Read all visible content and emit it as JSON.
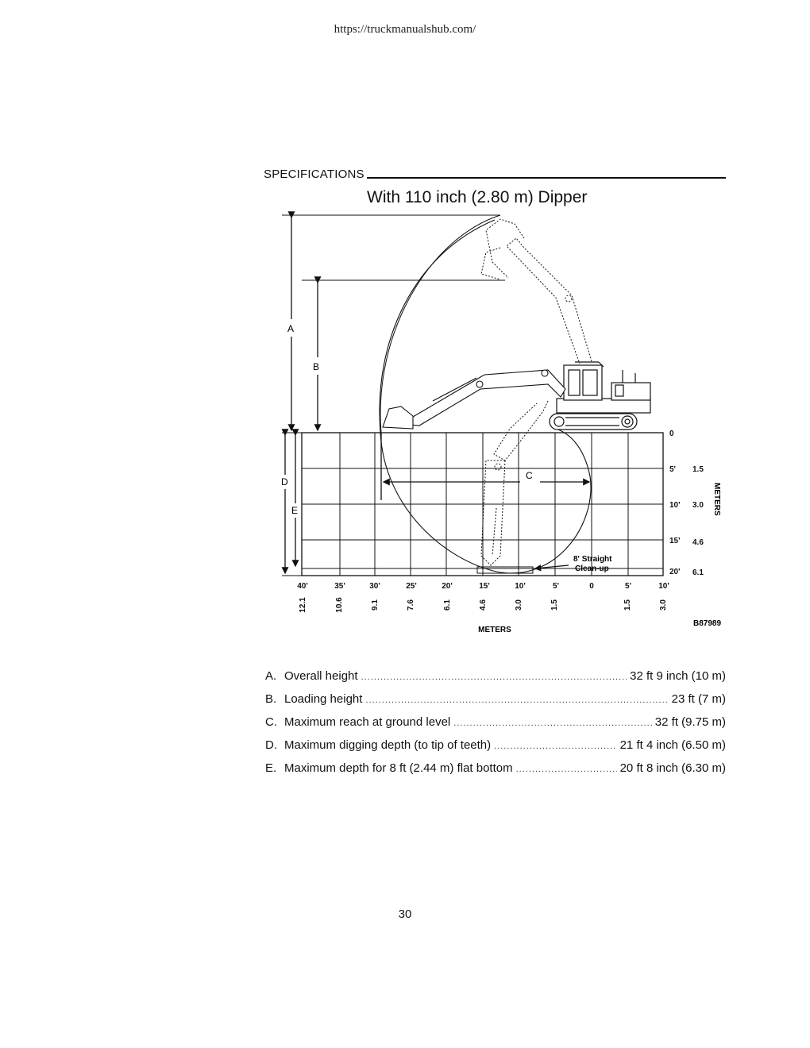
{
  "header": {
    "url": "https://truckmanualshub.com/"
  },
  "section": {
    "title": "SPECIFICATIONS"
  },
  "diagram": {
    "title": "With 110 inch (2.80 m) Dipper",
    "figure_id": "B87989",
    "dimension_letters": {
      "a": "A",
      "b": "B",
      "c": "C",
      "d": "D",
      "e": "E"
    },
    "x_axis_feet": [
      "40'",
      "35'",
      "30'",
      "25'",
      "20'",
      "15'",
      "10'",
      "5'",
      "0",
      "5'",
      "10'"
    ],
    "x_axis_meters": [
      "12.1",
      "10.6",
      "9.1",
      "7.6",
      "6.1",
      "4.6",
      "3.0",
      "1.5",
      "1.5",
      "3.0"
    ],
    "x_axis_label": "METERS",
    "y_axis_feet": [
      "0",
      "5'",
      "10'",
      "15'",
      "20'"
    ],
    "y_axis_meters": [
      "1.5",
      "3.0",
      "4.6",
      "6.1"
    ],
    "y_axis_label": "METERS",
    "cleanup_label_1": "8' Straight",
    "cleanup_label_2": "Clean-up"
  },
  "specs": [
    {
      "letter": "A.",
      "label": "Overall height",
      "value": "32 ft 9 inch (10 m)"
    },
    {
      "letter": "B.",
      "label": "Loading height",
      "value": "23 ft (7 m)"
    },
    {
      "letter": "C.",
      "label": "Maximum reach at ground level",
      "value": "32 ft (9.75 m)"
    },
    {
      "letter": "D.",
      "label": "Maximum digging depth (to tip of teeth)",
      "value": "21 ft 4 inch (6.50 m)"
    },
    {
      "letter": "E.",
      "label": "Maximum depth for 8 ft (2.44 m) flat bottom",
      "value": "20 ft 8 inch (6.30 m)"
    }
  ],
  "footer": {
    "page_number": "30"
  }
}
